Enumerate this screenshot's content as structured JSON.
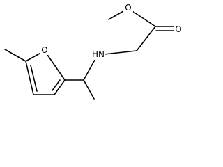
{
  "molecule": {
    "atoms": {
      "ring_oxygen": "O",
      "ester_oxygen": "O",
      "carbonyl_oxygen": "O",
      "amine": "HN"
    },
    "colors": {
      "bond": "#000000",
      "label": "#000000",
      "background": "#ffffff"
    }
  }
}
